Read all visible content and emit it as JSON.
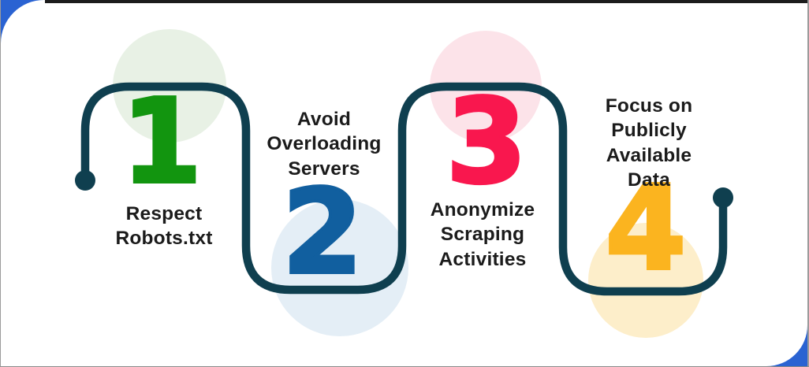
{
  "title": "Web scraping best practices infographic",
  "colors": {
    "background_blue": "#2a63d2",
    "top_strip": "#1c1c1c",
    "card": "#ffffff",
    "edge_gray": "#9b9b9b",
    "path": "#0f3f4f",
    "text": "#1b1b1b"
  },
  "steps": [
    {
      "number": "1",
      "label": "Respect\nRobots.txt",
      "number_color": "#12950f",
      "halo_color": "#e8f1e5"
    },
    {
      "number": "2",
      "label": "Avoid\nOverloading\nServers",
      "number_color": "#115f9f",
      "halo_color": "#e4eef6"
    },
    {
      "number": "3",
      "label": "Anonymize\nScraping\nActivities",
      "number_color": "#f9174e",
      "halo_color": "#fce3e9"
    },
    {
      "number": "4",
      "label": "Focus on\nPublicly\nAvailable\nData",
      "number_color": "#fbb41f",
      "halo_color": "#fdeeca"
    }
  ]
}
